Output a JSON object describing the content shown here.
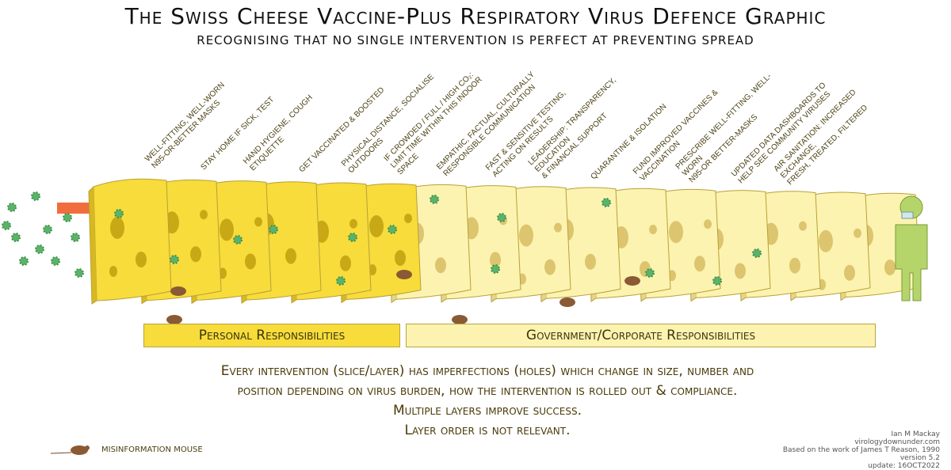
{
  "title": "The Swiss Cheese Vaccine-Plus Respiratory Virus Defence Graphic",
  "subtitle": "Recognising that no single intervention is perfect at preventing spread",
  "slices": [
    {
      "label": "Well-fitting, well-worn\nN95-or-better masks",
      "group": "personal"
    },
    {
      "label": "Stay home if sick, test",
      "group": "personal"
    },
    {
      "label": "Hand hygiene, cough\netiquette",
      "group": "personal"
    },
    {
      "label": "Get vaccinated & boosted",
      "group": "personal"
    },
    {
      "label": "Physical distance, socialise\noutdoors",
      "group": "personal"
    },
    {
      "label": "If crowded / full / high CO₂:\nlimit time within this indoor space",
      "group": "personal"
    },
    {
      "label": "Empathic, factual, culturally\nresponsible communication",
      "group": "government"
    },
    {
      "label": "Fast & sensitive testing,\nacting on results",
      "group": "government"
    },
    {
      "label": "Leadership: transparency, education\n& financial support",
      "group": "government"
    },
    {
      "label": "Quarantine & isolation",
      "group": "government"
    },
    {
      "label": "Fund improved vaccines &\nvaccination",
      "group": "government"
    },
    {
      "label": "Prescribe well-fitting, well-worn\nN95-or better-masks",
      "group": "government"
    },
    {
      "label": "Updated data dashboards to\nhelp see community viruses",
      "group": "government"
    },
    {
      "label": "Air sanitation: increased exchange,\nfresh, treated, filtered",
      "group": "government"
    }
  ],
  "bands": {
    "personal": "Personal Responsibilities",
    "government": "Government/Corporate Responsibilities"
  },
  "caption": [
    "Every intervention (slice/layer) has imperfections (holes) which change in size, number and",
    "position depending on virus burden, how the intervention is rolled out & compliance.",
    "Multiple layers improve success.",
    "Layer order is not relevant."
  ],
  "credits": [
    "Ian M Mackay",
    "virologydownunder.com",
    "Based on the work of James T Reason, 1990",
    "version 5.2",
    "update: 16OCT2022"
  ],
  "legend": {
    "label": "Misinformation mouse",
    "icon": "mouse-icon"
  },
  "colors": {
    "personal": "#f7dc3b",
    "government": "#fcf3b0",
    "virus": "#5bb36a",
    "arrow": "#f26d3d",
    "person": "#b5d56a"
  }
}
